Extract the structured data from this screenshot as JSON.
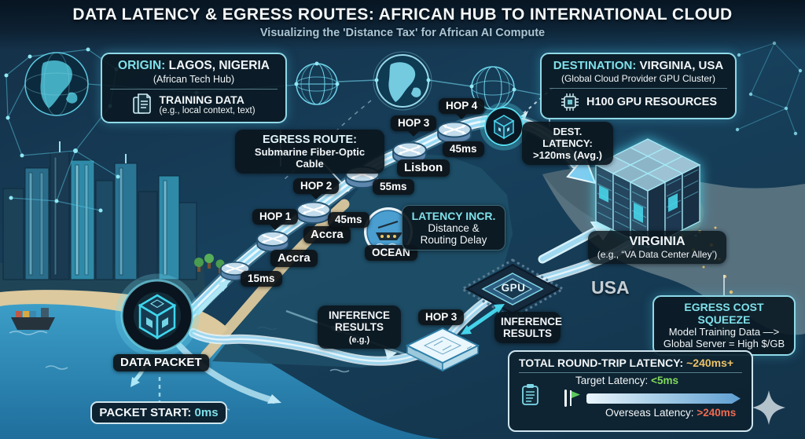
{
  "meta": {
    "title": "DATA LATENCY & EGRESS ROUTES: AFRICAN HUB TO INTERNATIONAL CLOUD",
    "subtitle": "Visualizing the 'Distance Tax' for African AI Compute"
  },
  "origin_box": {
    "label": "ORIGIN:",
    "value": "LAGOS, NIGERIA",
    "subtitle": "(African Tech Hub)",
    "item_title": "TRAINING DATA",
    "item_subtitle": "(e.g., local context, text)"
  },
  "destination_box": {
    "label": "DESTINATION:",
    "value": "VIRGINIA, USA",
    "subtitle": "(Global Cloud Provider GPU Cluster)",
    "item_title": "H100 GPU RESOURCES"
  },
  "egress_route_label": {
    "title": "EGRESS ROUTE:",
    "subtitle": "Submarine Fiber-Optic Cable"
  },
  "route": {
    "hop1": "HOP 1",
    "hop2": "HOP 2",
    "hop3": "HOP 3",
    "hop4": "HOP 4",
    "city_accra_lower": "Accra",
    "city_accra_upper": "Accra",
    "city_lisbon": "Lisbon",
    "latency_1": "15ms",
    "latency_2": "45ms",
    "latency_3": "55ms",
    "latency_4": "45ms",
    "ocean": "OCEAN"
  },
  "latency_incr_label": {
    "title": "LATENCY INCR.",
    "line1": "Distance &",
    "line2": "Routing Delay"
  },
  "dest_latency_label": {
    "line1": "DEST. LATENCY:",
    "line2": ">120ms (Avg.)"
  },
  "map_labels": {
    "virginia": "VIRGINIA",
    "virginia_note": "(e.g., “VA Data Center Alley’)",
    "usa": "USA"
  },
  "egress_cost_box": {
    "title": "EGRESS COST SQUEEZE",
    "line1": "Model Training Data —>",
    "line2": "Global Server = High $/GB"
  },
  "return_path": {
    "hop_label": "HOP 3",
    "gpu_chip_label": "GPU",
    "inference_left_line1": "INFERENCE",
    "inference_left_line2": "RESULTS",
    "inference_left_note": "(e.g.)",
    "inference_right_line1": "INFERENCE",
    "inference_right_line2": "RESULTS"
  },
  "data_packet": {
    "label": "DATA PACKET",
    "start_label": "PACKET START:",
    "start_value": "0ms"
  },
  "total_latency_box": {
    "title": "TOTAL ROUND-TRIP LATENCY:",
    "value": "~240ms+",
    "target_label": "Target Latency:",
    "target_value": "<5ms",
    "overseas_label": "Overseas Latency:",
    "overseas_value": ">240ms"
  },
  "colors": {
    "accent_cyan": "#7fe0ea",
    "amber": "#ecc268",
    "green": "#82d95e",
    "red": "#ef6a50",
    "route_blue": "#57bdea"
  }
}
